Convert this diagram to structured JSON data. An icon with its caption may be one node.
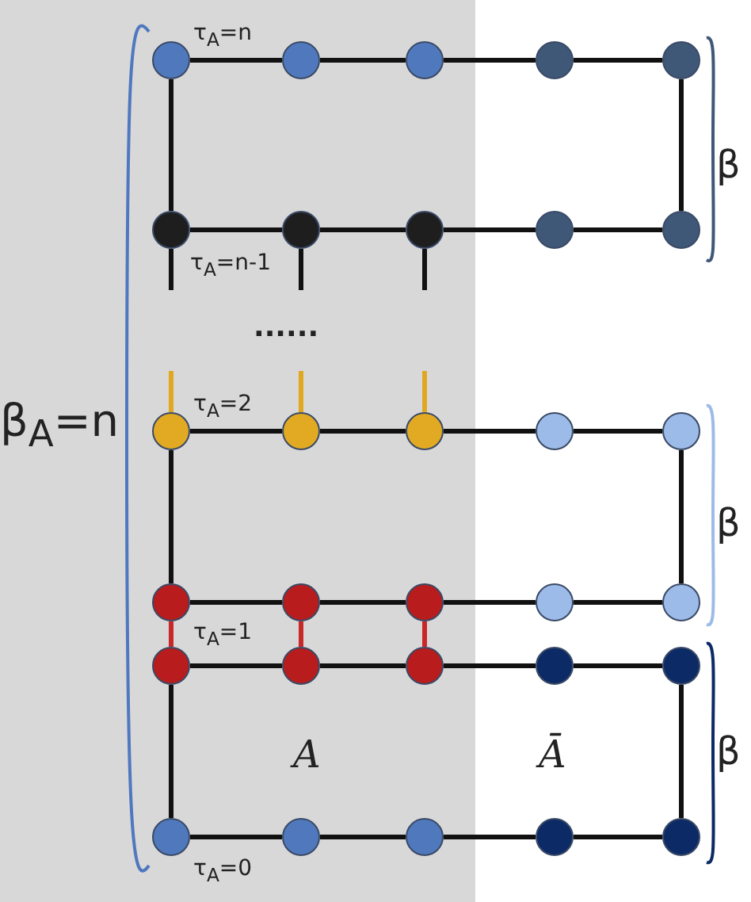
{
  "diagram": {
    "nodes": [
      {
        "text": [],
        "shape": "circle",
        "beside": [
          "τ$_{A}$=n"
        ]
      },
      {
        "text": [],
        "shape": "circle"
      },
      {
        "text": [],
        "shape": "circle"
      },
      {
        "text": [],
        "shape": "circle"
      },
      {
        "text": [],
        "shape": "circle"
      },
      {
        "text": [],
        "shape": "circle",
        "beside": [
          "τ$_{A}$=n-1"
        ]
      },
      {
        "text": [],
        "shape": "circle"
      },
      {
        "text": [],
        "shape": "circle"
      },
      {
        "text": [],
        "shape": "circle"
      },
      {
        "text": [],
        "shape": "circle"
      },
      {
        "text": [],
        "shape": "circle",
        "beside": [
          "τ$_{A}$=2"
        ]
      },
      {
        "text": [],
        "shape": "circle"
      },
      {
        "text": [],
        "shape": "circle"
      },
      {
        "text": [],
        "shape": "circle"
      },
      {
        "text": [],
        "shape": "circle"
      },
      {
        "text": [],
        "shape": "circle",
        "beside": [
          "τ$_{A}$=1"
        ]
      },
      {
        "text": [],
        "shape": "circle"
      },
      {
        "text": [],
        "shape": "circle"
      },
      {
        "text": [],
        "shape": "circle"
      },
      {
        "text": [],
        "shape": "circle"
      },
      {
        "text": [],
        "shape": "circle"
      },
      {
        "text": [],
        "shape": "circle"
      },
      {
        "text": [],
        "shape": "circle"
      },
      {
        "text": [],
        "shape": "circle"
      },
      {
        "text": [],
        "shape": "circle"
      },
      {
        "text": [],
        "shape": "circle",
        "beside": [
          "τ$_{A}$=0"
        ]
      },
      {
        "text": [],
        "shape": "circle"
      },
      {
        "text": [],
        "shape": "circle"
      },
      {
        "text": [],
        "shape": "circle"
      },
      {
        "text": [],
        "shape": "circle"
      }
    ],
    "edges": [
      {
        "from": 0,
        "to": 1,
        "arrow": "none"
      },
      {
        "from": 1,
        "to": 2,
        "arrow": "none"
      },
      {
        "from": 2,
        "to": 3,
        "arrow": "none"
      },
      {
        "from": 3,
        "to": 4,
        "arrow": "none"
      },
      {
        "from": 5,
        "to": 6,
        "arrow": "none"
      },
      {
        "from": 6,
        "to": 7,
        "arrow": "none"
      },
      {
        "from": 7,
        "to": 8,
        "arrow": "none"
      },
      {
        "from": 8,
        "to": 9,
        "arrow": "none"
      },
      {
        "from": 10,
        "to": 11,
        "arrow": "none"
      },
      {
        "from": 11,
        "to": 12,
        "arrow": "none"
      },
      {
        "from": 12,
        "to": 13,
        "arrow": "none"
      },
      {
        "from": 13,
        "to": 14,
        "arrow": "none"
      },
      {
        "from": 15,
        "to": 16,
        "arrow": "none"
      },
      {
        "from": 16,
        "to": 17,
        "arrow": "none"
      },
      {
        "from": 17,
        "to": 18,
        "arrow": "none"
      },
      {
        "from": 18,
        "to": 19,
        "arrow": "none"
      },
      {
        "from": 20,
        "to": 21,
        "arrow": "none"
      },
      {
        "from": 21,
        "to": 22,
        "arrow": "none"
      },
      {
        "from": 22,
        "to": 23,
        "arrow": "none"
      },
      {
        "from": 23,
        "to": 24,
        "arrow": "none"
      },
      {
        "from": 25,
        "to": 26,
        "arrow": "none"
      },
      {
        "from": 26,
        "to": 27,
        "arrow": "none"
      },
      {
        "from": 27,
        "to": 28,
        "arrow": "none"
      },
      {
        "from": 28,
        "to": 29,
        "arrow": "none"
      },
      {
        "from": 0,
        "to": 5,
        "arrow": "none"
      },
      {
        "from": 4,
        "to": 9,
        "arrow": "none"
      },
      {
        "from": 5,
        "to": null,
        "arrow": "none"
      },
      {
        "from": 6,
        "to": null,
        "arrow": "none"
      },
      {
        "from": 7,
        "to": null,
        "arrow": "none"
      },
      {
        "from": 10,
        "to": null,
        "arrow": "none",
        "color": "#e0a820"
      },
      {
        "from": 11,
        "to": null,
        "arrow": "none",
        "color": "#e0a820"
      },
      {
        "from": 12,
        "to": null,
        "arrow": "none",
        "color": "#e0a820"
      },
      {
        "from": 10,
        "to": 15,
        "arrow": "none"
      },
      {
        "from": 14,
        "to": 19,
        "arrow": "none"
      },
      {
        "from": 15,
        "to": 20,
        "arrow": "none",
        "color": "#c82828"
      },
      {
        "from": 16,
        "to": 21,
        "arrow": "none",
        "color": "#c82828"
      },
      {
        "from": 17,
        "to": 22,
        "arrow": "none",
        "color": "#c82828"
      },
      {
        "from": 20,
        "to": 25,
        "arrow": "none"
      },
      {
        "from": 24,
        "to": 29,
        "arrow": "none"
      }
    ],
    "labels": [
      "β",
      "......",
      "β$_{A}$=n",
      "β",
      "A",
      "Ā",
      "β"
    ]
  }
}
